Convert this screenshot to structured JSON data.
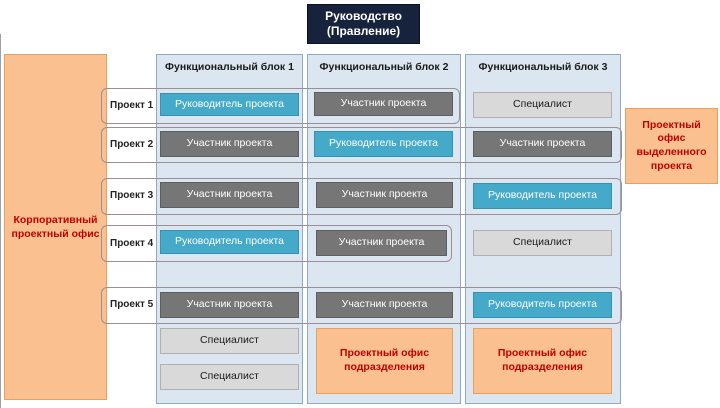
{
  "header": {
    "title": "Руководство\n(Правление)"
  },
  "corporate_office": {
    "label": "Корпоративный\nпроектный офис"
  },
  "dedicated_office": {
    "label": "Проектный\nофис\nвыделенного\nпроекта"
  },
  "blocks": [
    {
      "title": "Функциональный блок 1",
      "cells": [
        "Руководитель проекта",
        "Участник проекта",
        "Участник проекта",
        "Руководитель проекта",
        "Участник проекта"
      ],
      "extra": [
        "Специалист",
        "Специалист"
      ]
    },
    {
      "title": "Функциональный блок 2",
      "cells": [
        "Участник проекта",
        "Руководитель проекта",
        "Участник проекта",
        "Участник проекта",
        "Участник проекта"
      ],
      "extra": [
        "Проектный офис\nподразделения"
      ]
    },
    {
      "title": "Функциональный блок 3",
      "cells": [
        "Специалист",
        "Участник проекта",
        "Руководитель проекта",
        "Специалист",
        "Руководитель проекта"
      ],
      "extra": [
        "Проектный офис\nподразделения"
      ]
    }
  ],
  "projects": [
    "Проект 1",
    "Проект 2",
    "Проект 3",
    "Проект 4",
    "Проект 5"
  ],
  "colors": {
    "header_bg": "#17223d",
    "block_bg": "#dce6f1",
    "manager": "#45aac9",
    "participant": "#767676",
    "specialist": "#d9d9d9",
    "office": "#fac090",
    "office_text": "#c00000"
  }
}
